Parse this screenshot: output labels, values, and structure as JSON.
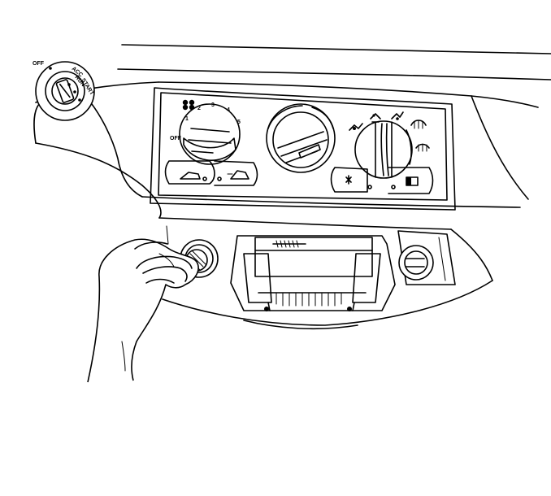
{
  "ignition": {
    "labels": [
      "OFF",
      "ACC",
      "RUN",
      "START"
    ]
  },
  "fan_control": {
    "labels": [
      "OFF",
      "1",
      "2",
      "3",
      "4",
      "5"
    ]
  },
  "icons": {
    "fan": "fan-icon",
    "recirculation": "recirculation-icon",
    "vent": "vent-icon",
    "floor": "floor-icon",
    "defrost": "defrost-icon",
    "rear_defrost": "rear-defrost-icon"
  }
}
